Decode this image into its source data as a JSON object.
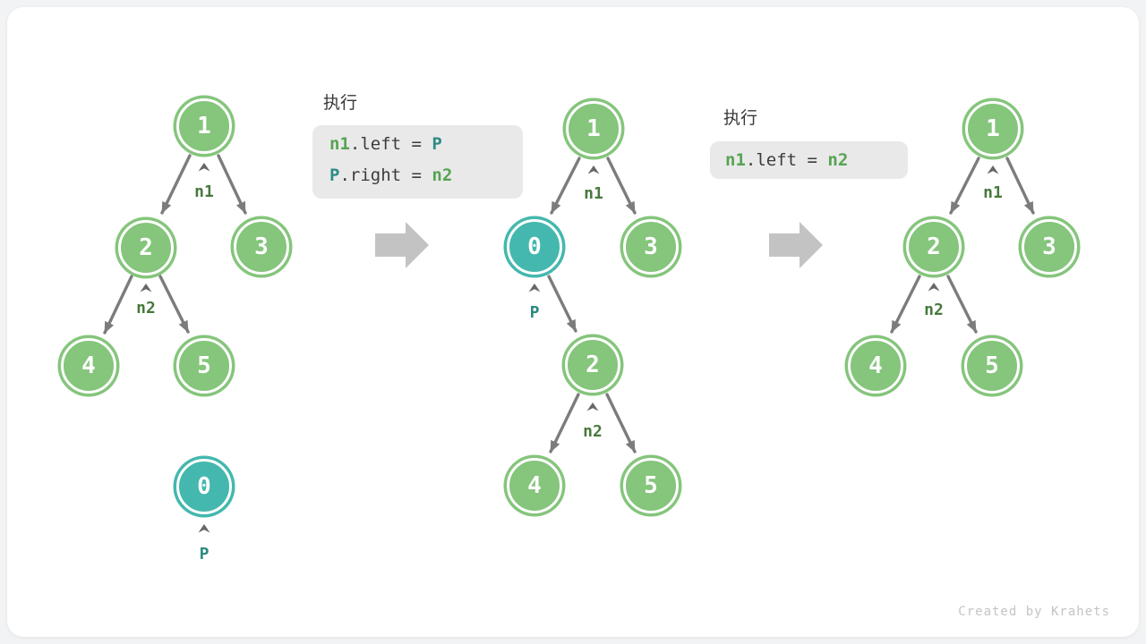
{
  "figure": {
    "watermark": "Created by Krahets",
    "colors": {
      "node_green": "#85c57c",
      "node_teal": "#44b8ae",
      "label_green": "#47793d",
      "label_teal": "#2b8a80",
      "code_green": "#56a352",
      "code_teal": "#2e8c85",
      "edge_gray": "#7c7c7c",
      "big_arrow_gray": "#c3c3c3",
      "code_bg": "#e9e9e9"
    }
  },
  "panels": [
    {
      "exec_label": "执行",
      "code_lines": [
        [
          {
            "text": "n1",
            "tone": "green"
          },
          {
            "text": ".left = ",
            "tone": "plain"
          },
          {
            "text": "P",
            "tone": "teal"
          }
        ],
        [
          {
            "text": "P",
            "tone": "teal"
          },
          {
            "text": ".right = ",
            "tone": "plain"
          },
          {
            "text": "n2",
            "tone": "green"
          }
        ]
      ]
    },
    {
      "exec_label": "执行",
      "code_lines": [
        [
          {
            "text": "n1",
            "tone": "green"
          },
          {
            "text": ".left = ",
            "tone": "plain"
          },
          {
            "text": "n2",
            "tone": "green"
          }
        ]
      ]
    }
  ],
  "trees": [
    {
      "name": "before-insert",
      "nodes": [
        {
          "value": "1",
          "color": "green"
        },
        {
          "value": "2",
          "color": "green"
        },
        {
          "value": "3",
          "color": "green"
        },
        {
          "value": "4",
          "color": "green"
        },
        {
          "value": "5",
          "color": "green"
        },
        {
          "value": "0",
          "color": "teal"
        }
      ],
      "labels": [
        {
          "text": "n1",
          "color": "green"
        },
        {
          "text": "n2",
          "color": "green"
        },
        {
          "text": "P",
          "color": "teal"
        }
      ]
    },
    {
      "name": "after-insert",
      "nodes": [
        {
          "value": "1",
          "color": "green"
        },
        {
          "value": "0",
          "color": "teal"
        },
        {
          "value": "3",
          "color": "green"
        },
        {
          "value": "2",
          "color": "green"
        },
        {
          "value": "4",
          "color": "green"
        },
        {
          "value": "5",
          "color": "green"
        }
      ],
      "labels": [
        {
          "text": "n1",
          "color": "green"
        },
        {
          "text": "P",
          "color": "teal"
        },
        {
          "text": "n2",
          "color": "green"
        }
      ]
    },
    {
      "name": "after-remove",
      "nodes": [
        {
          "value": "1",
          "color": "green"
        },
        {
          "value": "2",
          "color": "green"
        },
        {
          "value": "3",
          "color": "green"
        },
        {
          "value": "4",
          "color": "green"
        },
        {
          "value": "5",
          "color": "green"
        }
      ],
      "labels": [
        {
          "text": "n1",
          "color": "green"
        },
        {
          "text": "n2",
          "color": "green"
        }
      ]
    }
  ]
}
